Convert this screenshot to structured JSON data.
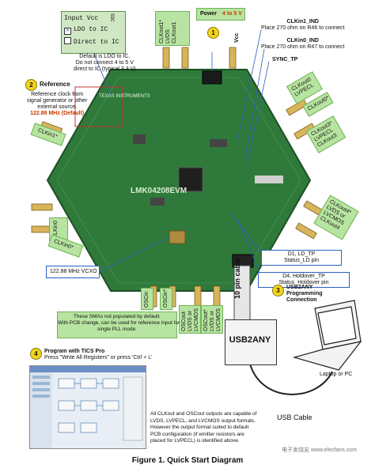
{
  "input_panel": {
    "title": "Input Vcc",
    "title_side": "SDC",
    "option_ldo": "LDO to IC",
    "option_direct": "Direct to IC",
    "selected": "LDO to IC"
  },
  "notes": {
    "default_ldo": [
      "Default is LDO to IC.",
      "Do not connect 4 to 5 V",
      "direct to IC (typical 3.3 V)"
    ],
    "reference": [
      "Reference clock from",
      "signal generator or other",
      "external source."
    ],
    "reference_freq": "122.88 MHz (Default)",
    "sma_note": [
      "These SMAs not populated by default.",
      "With PCB change, can be used for reference input for",
      "single PLL mode."
    ],
    "output_note": [
      "All CLKout and OSCout outputs are capable of",
      "LVDS, LVPECL, and LVCMOS output formats.",
      "However the output format suited to default",
      "PCB configuration (if emitter resistors are",
      "placed for LVPECL) is identified above."
    ]
  },
  "steps": [
    {
      "num": "1",
      "label": "Power",
      "value": "4 to 5 V"
    },
    {
      "num": "2",
      "label": "Reference"
    },
    {
      "num": "3",
      "label": [
        "USB2ANY",
        "Programming",
        "Connection"
      ]
    },
    {
      "num": "4",
      "label": [
        "Program with TICS Pro",
        "Press \"Write All Registers\" or press 'Ctrl + L'"
      ]
    }
  ],
  "callouts": {
    "clkin1_ind": [
      "CLKin1_IND",
      "Place 270 ohm on R46 to connect"
    ],
    "clkin0_ind": [
      "CLKin0_IND",
      "Place 270 ohm on R47 to connect"
    ],
    "sync_tp": "SYNC_TP",
    "d1": [
      "D1, LD_TP",
      "Status_LD pin"
    ],
    "d4": [
      "D4, Holdover_TP",
      "Status_Holdover pin"
    ],
    "vcxo": "122.88 MHz VCXO",
    "usb2any": "USB2ANY",
    "cable": "10 pin cable",
    "laptop": [
      "Laptop or PC"
    ],
    "usb_cable": "USB Cable"
  },
  "connectors": {
    "vcc": "Vcc",
    "clkout1": [
      "CLKout1*",
      "LVDS",
      "CLKout1"
    ],
    "clkin1": "CLKin1*",
    "clkin0": "CLKin0",
    "clkin0b": "CLKin0*",
    "clkout0": [
      "CLKout0",
      "LVPECL"
    ],
    "clkout0b": "CLKout0*",
    "clkout3": [
      "CLKout3*",
      "LVPECL",
      "CLKout3"
    ],
    "clkout4": [
      "CLKout4*",
      "LVDS or",
      "LVCMOS",
      "CLKout4"
    ],
    "oscin": "OSCin",
    "oscinb": "OSCin*",
    "oscout": [
      "OSCout",
      "LVDS or",
      "LVCMOS"
    ],
    "oscoutb": [
      "OSCout*",
      "LVDS or",
      "LVCMOS"
    ]
  },
  "board": {
    "name": "LMK04208EVM",
    "brand": "TEXAS INSTRUMENTS"
  },
  "caption": "Figure 1. Quick Start Diagram",
  "watermark": "电子发烧友 www.elecfans.com"
}
